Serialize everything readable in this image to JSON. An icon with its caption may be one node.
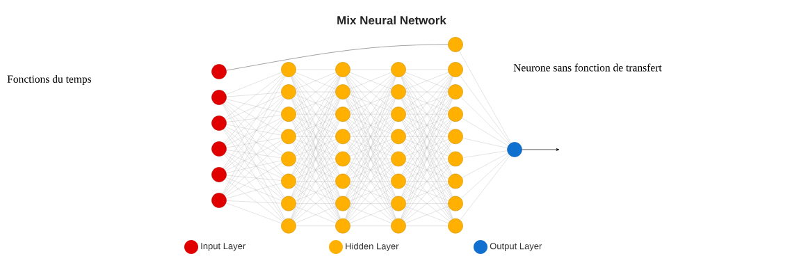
{
  "diagram": {
    "title": "Mix Neural Network",
    "nodes": [
      {
        "text": [],
        "shape": "circle"
      },
      {
        "text": [],
        "shape": "circle"
      },
      {
        "text": [],
        "shape": "circle"
      },
      {
        "text": [],
        "shape": "circle"
      },
      {
        "text": [],
        "shape": "circle"
      },
      {
        "text": [],
        "shape": "circle"
      },
      {
        "text": [],
        "shape": "circle"
      },
      {
        "text": [],
        "shape": "circle"
      },
      {
        "text": [],
        "shape": "circle"
      },
      {
        "text": [],
        "shape": "circle"
      },
      {
        "text": [],
        "shape": "circle"
      },
      {
        "text": [],
        "shape": "circle"
      },
      {
        "text": [],
        "shape": "circle"
      },
      {
        "text": [],
        "shape": "circle"
      },
      {
        "text": [],
        "shape": "circle"
      },
      {
        "text": [],
        "shape": "circle"
      },
      {
        "text": [],
        "shape": "circle"
      },
      {
        "text": [],
        "shape": "circle"
      },
      {
        "text": [],
        "shape": "circle"
      },
      {
        "text": [],
        "shape": "circle"
      },
      {
        "text": [],
        "shape": "circle"
      },
      {
        "text": [],
        "shape": "circle"
      },
      {
        "text": [],
        "shape": "circle"
      },
      {
        "text": [],
        "shape": "circle"
      },
      {
        "text": [],
        "shape": "circle"
      },
      {
        "text": [],
        "shape": "circle"
      },
      {
        "text": [],
        "shape": "circle"
      },
      {
        "text": [],
        "shape": "circle"
      },
      {
        "text": [],
        "shape": "circle"
      },
      {
        "text": [],
        "shape": "circle"
      },
      {
        "text": [],
        "shape": "circle"
      },
      {
        "text": [],
        "shape": "circle"
      },
      {
        "text": [],
        "shape": "circle"
      },
      {
        "text": [],
        "shape": "circle"
      },
      {
        "text": [],
        "shape": "circle"
      },
      {
        "text": [],
        "shape": "circle"
      },
      {
        "text": [],
        "shape": "circle"
      },
      {
        "text": [],
        "shape": "circle"
      },
      {
        "text": [],
        "shape": "circle"
      },
      {
        "text": [],
        "shape": "circle"
      }
    ],
    "edges": [
      {
        "from": 0,
        "to": 30,
        "arrow": "none"
      },
      {
        "from": 1,
        "to": 6,
        "arrow": "none"
      },
      {
        "from": 1,
        "to": 7,
        "arrow": "none"
      },
      {
        "from": 1,
        "to": 8,
        "arrow": "none"
      },
      {
        "from": 1,
        "to": 9,
        "arrow": "none"
      },
      {
        "from": 1,
        "to": 10,
        "arrow": "none"
      },
      {
        "from": 1,
        "to": 11,
        "arrow": "none"
      },
      {
        "from": 1,
        "to": 12,
        "arrow": "none"
      },
      {
        "from": 1,
        "to": 13,
        "arrow": "none"
      },
      {
        "from": 2,
        "to": 6,
        "arrow": "none"
      },
      {
        "from": 2,
        "to": 7,
        "arrow": "none"
      },
      {
        "from": 2,
        "to": 8,
        "arrow": "none"
      },
      {
        "from": 2,
        "to": 9,
        "arrow": "none"
      },
      {
        "from": 2,
        "to": 10,
        "arrow": "none"
      },
      {
        "from": 2,
        "to": 11,
        "arrow": "none"
      },
      {
        "from": 2,
        "to": 12,
        "arrow": "none"
      },
      {
        "from": 2,
        "to": 13,
        "arrow": "none"
      },
      {
        "from": 3,
        "to": 6,
        "arrow": "none"
      },
      {
        "from": 3,
        "to": 7,
        "arrow": "none"
      },
      {
        "from": 3,
        "to": 8,
        "arrow": "none"
      },
      {
        "from": 3,
        "to": 9,
        "arrow": "none"
      },
      {
        "from": 3,
        "to": 10,
        "arrow": "none"
      },
      {
        "from": 3,
        "to": 11,
        "arrow": "none"
      },
      {
        "from": 3,
        "to": 12,
        "arrow": "none"
      },
      {
        "from": 3,
        "to": 13,
        "arrow": "none"
      },
      {
        "from": 4,
        "to": 6,
        "arrow": "none"
      },
      {
        "from": 4,
        "to": 7,
        "arrow": "none"
      },
      {
        "from": 4,
        "to": 8,
        "arrow": "none"
      },
      {
        "from": 4,
        "to": 9,
        "arrow": "none"
      },
      {
        "from": 4,
        "to": 10,
        "arrow": "none"
      },
      {
        "from": 4,
        "to": 11,
        "arrow": "none"
      },
      {
        "from": 4,
        "to": 12,
        "arrow": "none"
      },
      {
        "from": 4,
        "to": 13,
        "arrow": "none"
      },
      {
        "from": 5,
        "to": 6,
        "arrow": "none"
      },
      {
        "from": 5,
        "to": 7,
        "arrow": "none"
      },
      {
        "from": 5,
        "to": 8,
        "arrow": "none"
      },
      {
        "from": 5,
        "to": 9,
        "arrow": "none"
      },
      {
        "from": 5,
        "to": 10,
        "arrow": "none"
      },
      {
        "from": 5,
        "to": 11,
        "arrow": "none"
      },
      {
        "from": 5,
        "to": 12,
        "arrow": "none"
      },
      {
        "from": 5,
        "to": 13,
        "arrow": "none"
      },
      {
        "from": 6,
        "to": 14,
        "arrow": "none"
      },
      {
        "from": 6,
        "to": 15,
        "arrow": "none"
      },
      {
        "from": 6,
        "to": 16,
        "arrow": "none"
      },
      {
        "from": 6,
        "to": 17,
        "arrow": "none"
      },
      {
        "from": 6,
        "to": 18,
        "arrow": "none"
      },
      {
        "from": 6,
        "to": 19,
        "arrow": "none"
      },
      {
        "from": 6,
        "to": 20,
        "arrow": "none"
      },
      {
        "from": 6,
        "to": 21,
        "arrow": "none"
      },
      {
        "from": 7,
        "to": 14,
        "arrow": "none"
      },
      {
        "from": 7,
        "to": 15,
        "arrow": "none"
      },
      {
        "from": 7,
        "to": 16,
        "arrow": "none"
      },
      {
        "from": 7,
        "to": 17,
        "arrow": "none"
      },
      {
        "from": 7,
        "to": 18,
        "arrow": "none"
      },
      {
        "from": 7,
        "to": 19,
        "arrow": "none"
      },
      {
        "from": 7,
        "to": 20,
        "arrow": "none"
      },
      {
        "from": 7,
        "to": 21,
        "arrow": "none"
      },
      {
        "from": 8,
        "to": 14,
        "arrow": "none"
      },
      {
        "from": 8,
        "to": 15,
        "arrow": "none"
      },
      {
        "from": 8,
        "to": 16,
        "arrow": "none"
      },
      {
        "from": 8,
        "to": 17,
        "arrow": "none"
      },
      {
        "from": 8,
        "to": 18,
        "arrow": "none"
      },
      {
        "from": 8,
        "to": 19,
        "arrow": "none"
      },
      {
        "from": 8,
        "to": 20,
        "arrow": "none"
      },
      {
        "from": 8,
        "to": 21,
        "arrow": "none"
      },
      {
        "from": 9,
        "to": 14,
        "arrow": "none"
      },
      {
        "from": 9,
        "to": 15,
        "arrow": "none"
      },
      {
        "from": 9,
        "to": 16,
        "arrow": "none"
      },
      {
        "from": 9,
        "to": 17,
        "arrow": "none"
      },
      {
        "from": 9,
        "to": 18,
        "arrow": "none"
      },
      {
        "from": 9,
        "to": 19,
        "arrow": "none"
      },
      {
        "from": 9,
        "to": 20,
        "arrow": "none"
      },
      {
        "from": 9,
        "to": 21,
        "arrow": "none"
      },
      {
        "from": 10,
        "to": 14,
        "arrow": "none"
      },
      {
        "from": 10,
        "to": 15,
        "arrow": "none"
      },
      {
        "from": 10,
        "to": 16,
        "arrow": "none"
      },
      {
        "from": 10,
        "to": 17,
        "arrow": "none"
      },
      {
        "from": 10,
        "to": 18,
        "arrow": "none"
      },
      {
        "from": 10,
        "to": 19,
        "arrow": "none"
      },
      {
        "from": 10,
        "to": 20,
        "arrow": "none"
      },
      {
        "from": 10,
        "to": 21,
        "arrow": "none"
      },
      {
        "from": 11,
        "to": 14,
        "arrow": "none"
      },
      {
        "from": 11,
        "to": 15,
        "arrow": "none"
      },
      {
        "from": 11,
        "to": 16,
        "arrow": "none"
      },
      {
        "from": 11,
        "to": 17,
        "arrow": "none"
      },
      {
        "from": 11,
        "to": 18,
        "arrow": "none"
      },
      {
        "from": 11,
        "to": 19,
        "arrow": "none"
      },
      {
        "from": 11,
        "to": 20,
        "arrow": "none"
      },
      {
        "from": 11,
        "to": 21,
        "arrow": "none"
      },
      {
        "from": 12,
        "to": 14,
        "arrow": "none"
      },
      {
        "from": 12,
        "to": 15,
        "arrow": "none"
      },
      {
        "from": 12,
        "to": 16,
        "arrow": "none"
      },
      {
        "from": 12,
        "to": 17,
        "arrow": "none"
      },
      {
        "from": 12,
        "to": 18,
        "arrow": "none"
      },
      {
        "from": 12,
        "to": 19,
        "arrow": "none"
      },
      {
        "from": 12,
        "to": 20,
        "arrow": "none"
      },
      {
        "from": 12,
        "to": 21,
        "arrow": "none"
      },
      {
        "from": 13,
        "to": 14,
        "arrow": "none"
      },
      {
        "from": 13,
        "to": 15,
        "arrow": "none"
      },
      {
        "from": 13,
        "to": 16,
        "arrow": "none"
      },
      {
        "from": 13,
        "to": 17,
        "arrow": "none"
      },
      {
        "from": 13,
        "to": 18,
        "arrow": "none"
      },
      {
        "from": 13,
        "to": 19,
        "arrow": "none"
      },
      {
        "from": 13,
        "to": 20,
        "arrow": "none"
      },
      {
        "from": 13,
        "to": 21,
        "arrow": "none"
      },
      {
        "from": 14,
        "to": 22,
        "arrow": "none"
      },
      {
        "from": 14,
        "to": 23,
        "arrow": "none"
      },
      {
        "from": 14,
        "to": 24,
        "arrow": "none"
      },
      {
        "from": 14,
        "to": 25,
        "arrow": "none"
      },
      {
        "from": 14,
        "to": 26,
        "arrow": "none"
      },
      {
        "from": 14,
        "to": 27,
        "arrow": "none"
      },
      {
        "from": 14,
        "to": 28,
        "arrow": "none"
      },
      {
        "from": 14,
        "to": 29,
        "arrow": "none"
      },
      {
        "from": 15,
        "to": 22,
        "arrow": "none"
      },
      {
        "from": 15,
        "to": 23,
        "arrow": "none"
      },
      {
        "from": 15,
        "to": 24,
        "arrow": "none"
      },
      {
        "from": 15,
        "to": 25,
        "arrow": "none"
      },
      {
        "from": 15,
        "to": 26,
        "arrow": "none"
      },
      {
        "from": 15,
        "to": 27,
        "arrow": "none"
      },
      {
        "from": 15,
        "to": 28,
        "arrow": "none"
      },
      {
        "from": 15,
        "to": 29,
        "arrow": "none"
      },
      {
        "from": 16,
        "to": 22,
        "arrow": "none"
      },
      {
        "from": 16,
        "to": 23,
        "arrow": "none"
      },
      {
        "from": 16,
        "to": 24,
        "arrow": "none"
      },
      {
        "from": 16,
        "to": 25,
        "arrow": "none"
      },
      {
        "from": 16,
        "to": 26,
        "arrow": "none"
      },
      {
        "from": 16,
        "to": 27,
        "arrow": "none"
      },
      {
        "from": 16,
        "to": 28,
        "arrow": "none"
      },
      {
        "from": 16,
        "to": 29,
        "arrow": "none"
      },
      {
        "from": 17,
        "to": 22,
        "arrow": "none"
      },
      {
        "from": 17,
        "to": 23,
        "arrow": "none"
      },
      {
        "from": 17,
        "to": 24,
        "arrow": "none"
      },
      {
        "from": 17,
        "to": 25,
        "arrow": "none"
      },
      {
        "from": 17,
        "to": 26,
        "arrow": "none"
      },
      {
        "from": 17,
        "to": 27,
        "arrow": "none"
      },
      {
        "from": 17,
        "to": 28,
        "arrow": "none"
      },
      {
        "from": 17,
        "to": 29,
        "arrow": "none"
      },
      {
        "from": 18,
        "to": 22,
        "arrow": "none"
      },
      {
        "from": 18,
        "to": 23,
        "arrow": "none"
      },
      {
        "from": 18,
        "to": 24,
        "arrow": "none"
      },
      {
        "from": 18,
        "to": 25,
        "arrow": "none"
      },
      {
        "from": 18,
        "to": 26,
        "arrow": "none"
      },
      {
        "from": 18,
        "to": 27,
        "arrow": "none"
      },
      {
        "from": 18,
        "to": 28,
        "arrow": "none"
      },
      {
        "from": 18,
        "to": 29,
        "arrow": "none"
      },
      {
        "from": 19,
        "to": 22,
        "arrow": "none"
      },
      {
        "from": 19,
        "to": 23,
        "arrow": "none"
      },
      {
        "from": 19,
        "to": 24,
        "arrow": "none"
      },
      {
        "from": 19,
        "to": 25,
        "arrow": "none"
      },
      {
        "from": 19,
        "to": 26,
        "arrow": "none"
      },
      {
        "from": 19,
        "to": 27,
        "arrow": "none"
      },
      {
        "from": 19,
        "to": 28,
        "arrow": "none"
      },
      {
        "from": 19,
        "to": 29,
        "arrow": "none"
      },
      {
        "from": 20,
        "to": 22,
        "arrow": "none"
      },
      {
        "from": 20,
        "to": 23,
        "arrow": "none"
      },
      {
        "from": 20,
        "to": 24,
        "arrow": "none"
      },
      {
        "from": 20,
        "to": 25,
        "arrow": "none"
      },
      {
        "from": 20,
        "to": 26,
        "arrow": "none"
      },
      {
        "from": 20,
        "to": 27,
        "arrow": "none"
      },
      {
        "from": 20,
        "to": 28,
        "arrow": "none"
      },
      {
        "from": 20,
        "to": 29,
        "arrow": "none"
      },
      {
        "from": 21,
        "to": 22,
        "arrow": "none"
      },
      {
        "from": 21,
        "to": 23,
        "arrow": "none"
      },
      {
        "from": 21,
        "to": 24,
        "arrow": "none"
      },
      {
        "from": 21,
        "to": 25,
        "arrow": "none"
      },
      {
        "from": 21,
        "to": 26,
        "arrow": "none"
      },
      {
        "from": 21,
        "to": 27,
        "arrow": "none"
      },
      {
        "from": 21,
        "to": 28,
        "arrow": "none"
      },
      {
        "from": 21,
        "to": 29,
        "arrow": "none"
      },
      {
        "from": 22,
        "to": 31,
        "arrow": "none"
      },
      {
        "from": 22,
        "to": 32,
        "arrow": "none"
      },
      {
        "from": 22,
        "to": 33,
        "arrow": "none"
      },
      {
        "from": 22,
        "to": 34,
        "arrow": "none"
      },
      {
        "from": 22,
        "to": 35,
        "arrow": "none"
      },
      {
        "from": 22,
        "to": 36,
        "arrow": "none"
      },
      {
        "from": 22,
        "to": 37,
        "arrow": "none"
      },
      {
        "from": 22,
        "to": 38,
        "arrow": "none"
      },
      {
        "from": 23,
        "to": 31,
        "arrow": "none"
      },
      {
        "from": 23,
        "to": 32,
        "arrow": "none"
      },
      {
        "from": 23,
        "to": 33,
        "arrow": "none"
      },
      {
        "from": 23,
        "to": 34,
        "arrow": "none"
      },
      {
        "from": 23,
        "to": 35,
        "arrow": "none"
      },
      {
        "from": 23,
        "to": 36,
        "arrow": "none"
      },
      {
        "from": 23,
        "to": 37,
        "arrow": "none"
      },
      {
        "from": 23,
        "to": 38,
        "arrow": "none"
      },
      {
        "from": 24,
        "to": 31,
        "arrow": "none"
      },
      {
        "from": 24,
        "to": 32,
        "arrow": "none"
      },
      {
        "from": 24,
        "to": 33,
        "arrow": "none"
      },
      {
        "from": 24,
        "to": 34,
        "arrow": "none"
      },
      {
        "from": 24,
        "to": 35,
        "arrow": "none"
      },
      {
        "from": 24,
        "to": 36,
        "arrow": "none"
      },
      {
        "from": 24,
        "to": 37,
        "arrow": "none"
      },
      {
        "from": 24,
        "to": 38,
        "arrow": "none"
      },
      {
        "from": 25,
        "to": 31,
        "arrow": "none"
      },
      {
        "from": 25,
        "to": 32,
        "arrow": "none"
      },
      {
        "from": 25,
        "to": 33,
        "arrow": "none"
      },
      {
        "from": 25,
        "to": 34,
        "arrow": "none"
      },
      {
        "from": 25,
        "to": 35,
        "arrow": "none"
      },
      {
        "from": 25,
        "to": 36,
        "arrow": "none"
      },
      {
        "from": 25,
        "to": 37,
        "arrow": "none"
      },
      {
        "from": 25,
        "to": 38,
        "arrow": "none"
      },
      {
        "from": 26,
        "to": 31,
        "arrow": "none"
      },
      {
        "from": 26,
        "to": 32,
        "arrow": "none"
      },
      {
        "from": 26,
        "to": 33,
        "arrow": "none"
      },
      {
        "from": 26,
        "to": 34,
        "arrow": "none"
      },
      {
        "from": 26,
        "to": 35,
        "arrow": "none"
      },
      {
        "from": 26,
        "to": 36,
        "arrow": "none"
      },
      {
        "from": 26,
        "to": 37,
        "arrow": "none"
      },
      {
        "from": 26,
        "to": 38,
        "arrow": "none"
      },
      {
        "from": 27,
        "to": 31,
        "arrow": "none"
      },
      {
        "from": 27,
        "to": 32,
        "arrow": "none"
      },
      {
        "from": 27,
        "to": 33,
        "arrow": "none"
      },
      {
        "from": 27,
        "to": 34,
        "arrow": "none"
      },
      {
        "from": 27,
        "to": 35,
        "arrow": "none"
      },
      {
        "from": 27,
        "to": 36,
        "arrow": "none"
      },
      {
        "from": 27,
        "to": 37,
        "arrow": "none"
      },
      {
        "from": 27,
        "to": 38,
        "arrow": "none"
      },
      {
        "from": 28,
        "to": 31,
        "arrow": "none"
      },
      {
        "from": 28,
        "to": 32,
        "arrow": "none"
      },
      {
        "from": 28,
        "to": 33,
        "arrow": "none"
      },
      {
        "from": 28,
        "to": 34,
        "arrow": "none"
      },
      {
        "from": 28,
        "to": 35,
        "arrow": "none"
      },
      {
        "from": 28,
        "to": 36,
        "arrow": "none"
      },
      {
        "from": 28,
        "to": 37,
        "arrow": "none"
      },
      {
        "from": 28,
        "to": 38,
        "arrow": "none"
      },
      {
        "from": 29,
        "to": 31,
        "arrow": "none"
      },
      {
        "from": 29,
        "to": 32,
        "arrow": "none"
      },
      {
        "from": 29,
        "to": 33,
        "arrow": "none"
      },
      {
        "from": 29,
        "to": 34,
        "arrow": "none"
      },
      {
        "from": 29,
        "to": 35,
        "arrow": "none"
      },
      {
        "from": 29,
        "to": 36,
        "arrow": "none"
      },
      {
        "from": 29,
        "to": 37,
        "arrow": "none"
      },
      {
        "from": 29,
        "to": 38,
        "arrow": "none"
      },
      {
        "from": 30,
        "to": 39,
        "arrow": "none"
      },
      {
        "from": 31,
        "to": 39,
        "arrow": "none"
      },
      {
        "from": 32,
        "to": 39,
        "arrow": "none"
      },
      {
        "from": 33,
        "to": 39,
        "arrow": "none"
      },
      {
        "from": 34,
        "to": 39,
        "arrow": "none"
      },
      {
        "from": 35,
        "to": 39,
        "arrow": "none"
      },
      {
        "from": 36,
        "to": 39,
        "arrow": "none"
      },
      {
        "from": 37,
        "to": 39,
        "arrow": "none"
      },
      {
        "from": 38,
        "to": 39,
        "arrow": "none"
      },
      {
        "from": 39,
        "to": null,
        "arrow": "to",
        "color": "#000000"
      }
    ],
    "labels": [
      "Fonctions du temps",
      "Neurone sans fonction de transfert"
    ],
    "legend": [
      {
        "text": "Input Layer",
        "color": "#e00000"
      },
      {
        "text": "Hidden Layer",
        "color": "#ffb000"
      },
      {
        "text": "Output Layer",
        "color": "#1070d0"
      }
    ]
  }
}
